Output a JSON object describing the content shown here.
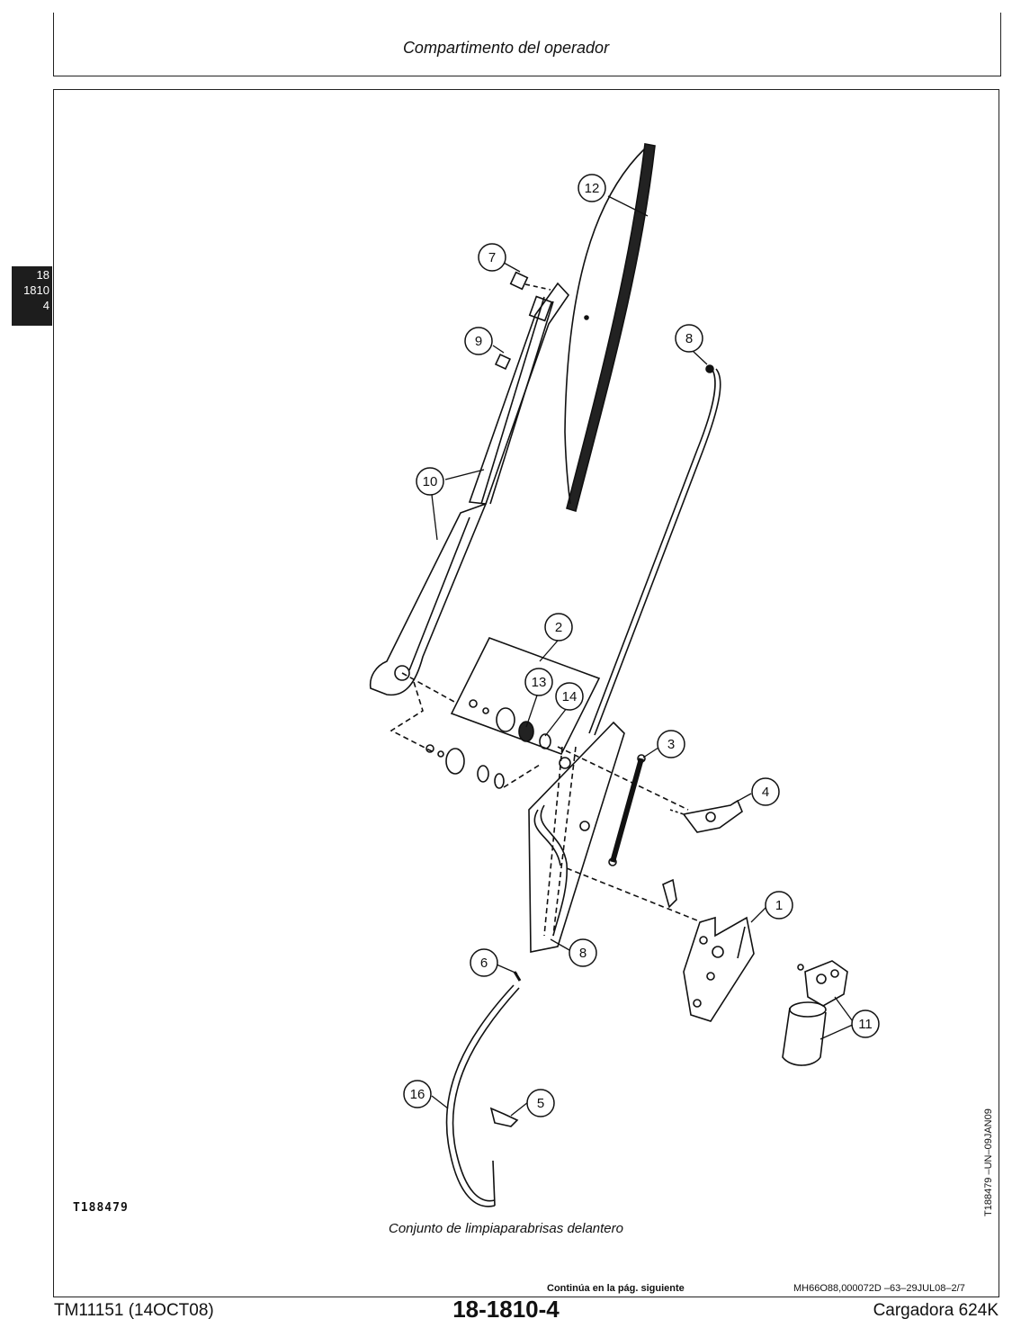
{
  "header": {
    "section_title": "Compartimento del operador"
  },
  "side_tab": {
    "line1": "18",
    "line2": "1810",
    "line3": "4"
  },
  "figure": {
    "code": "T188479",
    "vertical_ref": "T188479  –UN–09JAN09",
    "caption": "Conjunto de limpiaparabrisas delantero",
    "callouts": [
      "12",
      "7",
      "9",
      "8",
      "10",
      "2",
      "13",
      "14",
      "3",
      "4",
      "1",
      "8",
      "6",
      "11",
      "16",
      "5"
    ]
  },
  "continuation": {
    "text": "Continúa en la pág. siguiente",
    "doc_ref": "MH66O88,000072D   –63–29JUL08–2/7"
  },
  "footer": {
    "left": "TM11151 (14OCT08)",
    "center": "18-1810-4",
    "right": "Cargadora 624K"
  }
}
